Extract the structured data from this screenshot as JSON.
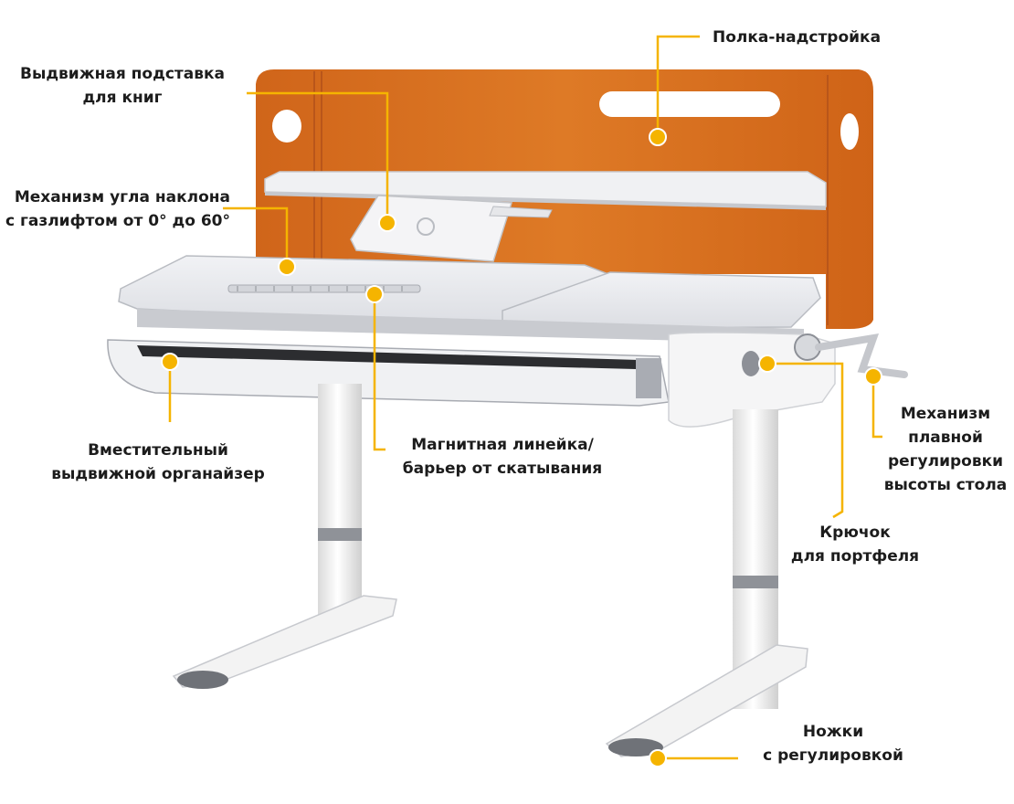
{
  "colors": {
    "accent": "#f5b400",
    "panel": "#d86f1c",
    "desk": "#e9eaee",
    "frame": "#f3f3f3",
    "grey": "#8d9097"
  },
  "callouts": [
    {
      "lines": [
        "Полка-надстройка"
      ]
    },
    {
      "lines": [
        "Выдвижная подставка",
        "для книг"
      ]
    },
    {
      "lines": [
        "Механизм угла наклона",
        "с газлифтом от 0° до 60°"
      ]
    },
    {
      "lines": [
        "Вместительный",
        "выдвижной органайзер"
      ]
    },
    {
      "lines": [
        "Магнитная линейка/",
        "барьер от скатывания"
      ]
    },
    {
      "lines": [
        "Механизм",
        "плавной",
        "регулировки",
        "высоты стола"
      ]
    },
    {
      "lines": [
        "Крючок",
        "для портфеля"
      ]
    },
    {
      "lines": [
        "Ножки",
        "с регулировкой"
      ]
    }
  ]
}
